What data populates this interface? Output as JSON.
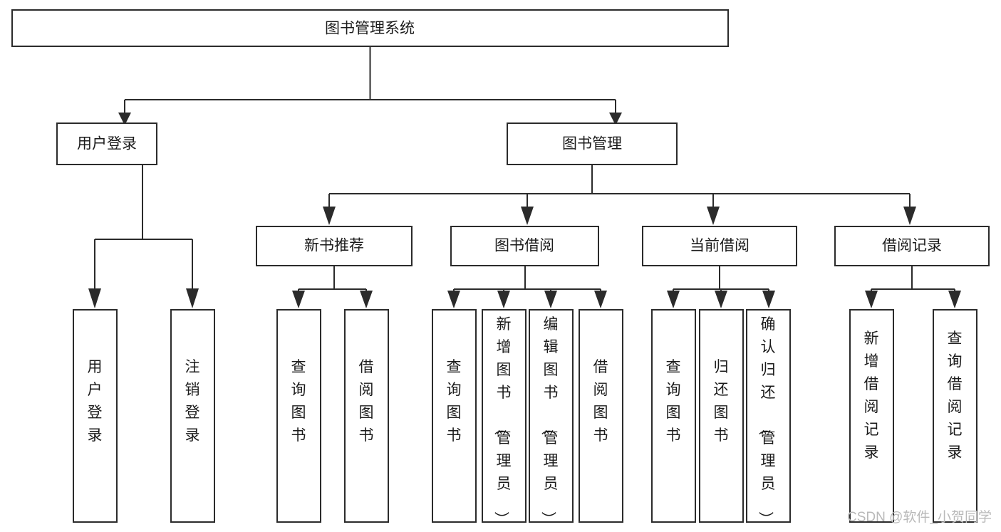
{
  "diagram": {
    "title": "图书管理系统",
    "type": "tree",
    "orientation": "top-down",
    "watermark": "CSDN @软件_小贺同学",
    "colors": {
      "background": "#ffffff",
      "stroke": "#2b2b2b",
      "node_fill": "#ffffff",
      "text": "#1b1b1b",
      "watermark": "#b9b9b9"
    },
    "nodes": {
      "root": {
        "label": "图书管理系统",
        "level": 0,
        "orientation": "horizontal"
      },
      "user_login": {
        "label": "用户登录",
        "level": 1,
        "orientation": "horizontal"
      },
      "book_manage": {
        "label": "图书管理",
        "level": 1,
        "orientation": "horizontal"
      },
      "new_book_rec": {
        "label": "新书推荐",
        "level": 2,
        "orientation": "horizontal"
      },
      "book_borrow": {
        "label": "图书借阅",
        "level": 2,
        "orientation": "horizontal"
      },
      "current_borrow": {
        "label": "当前借阅",
        "level": 2,
        "orientation": "horizontal"
      },
      "borrow_record": {
        "label": "借阅记录",
        "level": 2,
        "orientation": "horizontal"
      },
      "leaf_user_login": {
        "label": "用户登录",
        "level": 3,
        "orientation": "vertical"
      },
      "leaf_logout": {
        "label": "注销登录",
        "level": 3,
        "orientation": "vertical"
      },
      "leaf_query_book_1": {
        "label": "查询图书",
        "level": 3,
        "orientation": "vertical"
      },
      "leaf_borrow_book_1": {
        "label": "借阅图书",
        "level": 3,
        "orientation": "vertical"
      },
      "leaf_query_book_2": {
        "label": "查询图书",
        "level": 3,
        "orientation": "vertical"
      },
      "leaf_add_book": {
        "label": "新增图书（管理员）",
        "level": 3,
        "orientation": "vertical"
      },
      "leaf_edit_book": {
        "label": "编辑图书（管理员）",
        "level": 3,
        "orientation": "vertical"
      },
      "leaf_borrow_book_2": {
        "label": "借阅图书",
        "level": 3,
        "orientation": "vertical"
      },
      "leaf_query_book_3": {
        "label": "查询图书",
        "level": 3,
        "orientation": "vertical"
      },
      "leaf_return_book": {
        "label": "归还图书",
        "level": 3,
        "orientation": "vertical"
      },
      "leaf_confirm_return": {
        "label": "确认归还（管理员）",
        "level": 3,
        "orientation": "vertical"
      },
      "leaf_add_record": {
        "label": "新增借阅记录",
        "level": 3,
        "orientation": "vertical"
      },
      "leaf_query_record": {
        "label": "查询借阅记录",
        "level": 3,
        "orientation": "vertical"
      }
    },
    "edges": [
      {
        "from": "root",
        "to": "user_login"
      },
      {
        "from": "root",
        "to": "book_manage"
      },
      {
        "from": "book_manage",
        "to": "new_book_rec"
      },
      {
        "from": "book_manage",
        "to": "book_borrow"
      },
      {
        "from": "book_manage",
        "to": "current_borrow"
      },
      {
        "from": "book_manage",
        "to": "borrow_record"
      },
      {
        "from": "user_login",
        "to": "leaf_user_login"
      },
      {
        "from": "user_login",
        "to": "leaf_logout"
      },
      {
        "from": "new_book_rec",
        "to": "leaf_query_book_1"
      },
      {
        "from": "new_book_rec",
        "to": "leaf_borrow_book_1"
      },
      {
        "from": "book_borrow",
        "to": "leaf_query_book_2"
      },
      {
        "from": "book_borrow",
        "to": "leaf_add_book"
      },
      {
        "from": "book_borrow",
        "to": "leaf_edit_book"
      },
      {
        "from": "book_borrow",
        "to": "leaf_borrow_book_2"
      },
      {
        "from": "current_borrow",
        "to": "leaf_query_book_3"
      },
      {
        "from": "current_borrow",
        "to": "leaf_return_book"
      },
      {
        "from": "current_borrow",
        "to": "leaf_confirm_return"
      },
      {
        "from": "borrow_record",
        "to": "leaf_add_record"
      },
      {
        "from": "borrow_record",
        "to": "leaf_query_record"
      }
    ]
  }
}
